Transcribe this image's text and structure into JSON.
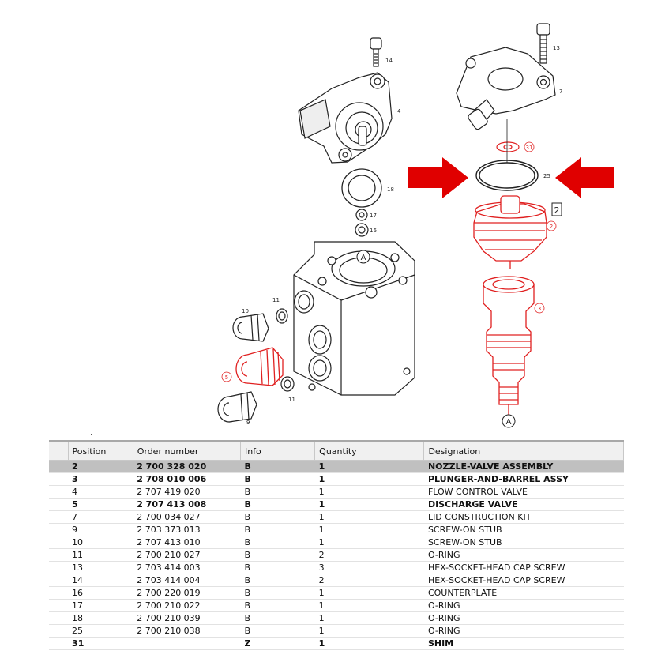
{
  "diagram": {
    "labels": {
      "p14": "14",
      "p4": "4",
      "p18": "18",
      "p17": "17",
      "p16": "16",
      "p13": "13",
      "p7": "7",
      "p31": "31",
      "p25": "25",
      "p2": "2",
      "p3": "3",
      "p10": "10",
      "p11a": "11",
      "p5": "5",
      "p9": "9",
      "p11b": "11",
      "refA1": "A",
      "refA2": "A",
      "box2": "2"
    },
    "highlight_color": "#e02020",
    "arrow_color": "#e00000"
  },
  "table": {
    "columns": [
      "Position",
      "Order number",
      "Info",
      "Quantity",
      "Designation"
    ],
    "rows": [
      {
        "position": "2",
        "order": "2 700 328 020",
        "info": "B",
        "qty": "1",
        "designation": "NOZZLE-VALVE ASSEMBLY",
        "bold": true,
        "selected": true
      },
      {
        "position": "3",
        "order": "2 708 010 006",
        "info": "B",
        "qty": "1",
        "designation": "PLUNGER-AND-BARREL ASSY",
        "bold": true,
        "selected": false
      },
      {
        "position": "4",
        "order": "2 707 419 020",
        "info": "B",
        "qty": "1",
        "designation": "FLOW CONTROL VALVE",
        "bold": false,
        "selected": false
      },
      {
        "position": "5",
        "order": "2 707 413 008",
        "info": "B",
        "qty": "1",
        "designation": "DISCHARGE VALVE",
        "bold": true,
        "selected": false
      },
      {
        "position": "7",
        "order": "2 700 034 027",
        "info": "B",
        "qty": "1",
        "designation": "LID CONSTRUCTION KIT",
        "bold": false,
        "selected": false
      },
      {
        "position": "9",
        "order": "2 703 373 013",
        "info": "B",
        "qty": "1",
        "designation": "SCREW-ON STUB",
        "bold": false,
        "selected": false
      },
      {
        "position": "10",
        "order": "2 707 413 010",
        "info": "B",
        "qty": "1",
        "designation": "SCREW-ON STUB",
        "bold": false,
        "selected": false
      },
      {
        "position": "11",
        "order": "2 700 210 027",
        "info": "B",
        "qty": "2",
        "designation": "O-RING",
        "bold": false,
        "selected": false
      },
      {
        "position": "13",
        "order": "2 703 414 003",
        "info": "B",
        "qty": "3",
        "designation": "HEX-SOCKET-HEAD CAP SCREW",
        "bold": false,
        "selected": false
      },
      {
        "position": "14",
        "order": "2 703 414 004",
        "info": "B",
        "qty": "2",
        "designation": "HEX-SOCKET-HEAD CAP SCREW",
        "bold": false,
        "selected": false
      },
      {
        "position": "16",
        "order": "2 700 220 019",
        "info": "B",
        "qty": "1",
        "designation": "COUNTERPLATE",
        "bold": false,
        "selected": false
      },
      {
        "position": "17",
        "order": "2 700 210 022",
        "info": "B",
        "qty": "1",
        "designation": "O-RING",
        "bold": false,
        "selected": false
      },
      {
        "position": "18",
        "order": "2 700 210 039",
        "info": "B",
        "qty": "1",
        "designation": "O-RING",
        "bold": false,
        "selected": false
      },
      {
        "position": "25",
        "order": "2 700 210 038",
        "info": "B",
        "qty": "1",
        "designation": "O-RING",
        "bold": false,
        "selected": false
      },
      {
        "position": "31",
        "order": "",
        "info": "Z",
        "qty": "1",
        "designation": "SHIM",
        "bold": true,
        "selected": false
      }
    ]
  }
}
